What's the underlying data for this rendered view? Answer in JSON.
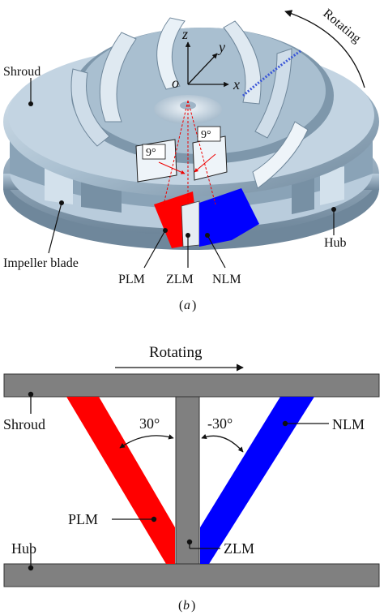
{
  "colors": {
    "steel_light": "#c9d9e6",
    "steel_mid": "#8fa8bc",
    "steel_dark": "#5b7388",
    "plm": "#ff0000",
    "nlm": "#0000ff",
    "zlm": "#7a7a7a",
    "wall": "#7f7f7f"
  },
  "panel_a": {
    "caption": "(a)",
    "caption_letter": "a",
    "labels": {
      "shroud": "Shroud",
      "rotating": "Rotating",
      "impeller_blade": "Impeller blade",
      "hub": "Hub",
      "plm": "PLM",
      "zlm": "ZLM",
      "nlm": "NLM",
      "axis_z": "z",
      "axis_y": "y",
      "axis_x": "x",
      "origin": "o",
      "angle_left": "9°",
      "angle_right": "9°"
    }
  },
  "panel_b": {
    "caption": "(b)",
    "caption_letter": "b",
    "labels": {
      "rotating": "Rotating",
      "shroud": "Shroud",
      "hub": "Hub",
      "plm": "PLM",
      "zlm": "ZLM",
      "nlm": "NLM",
      "angle_left": "30°",
      "angle_right": "-30°"
    }
  }
}
